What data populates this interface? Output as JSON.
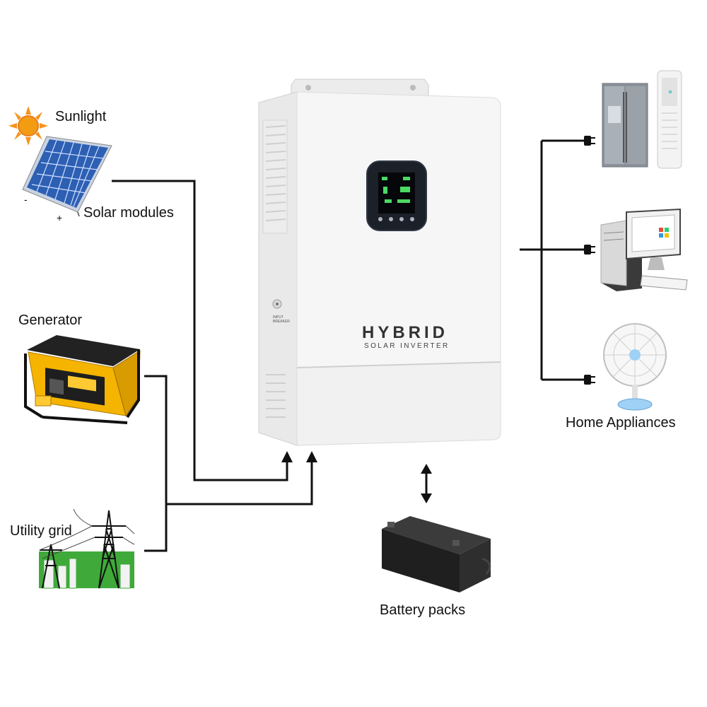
{
  "labels": {
    "sunlight": "Sunlight",
    "solar_modules": "Solar modules",
    "generator": "Generator",
    "utility_grid": "Utility grid",
    "home_appliances": "Home Appliances",
    "battery_packs": "Battery packs",
    "minus": "-",
    "plus": "+"
  },
  "inverter": {
    "title": "HYBRID",
    "subtitle": "SOLAR INVERTER",
    "breaker_label": "INPUT BREAKER"
  },
  "icons": [
    "sun-icon",
    "solar-panel-icon",
    "generator-icon",
    "power-tower-icon",
    "refrigerator-icon",
    "air-conditioner-icon",
    "computer-icon",
    "fan-icon",
    "battery-icon",
    "plug-icon"
  ],
  "colors": {
    "wire": "#111111",
    "sun": "#f7941d",
    "panel": "#2d5fb3",
    "generator": "#f4b400",
    "grass": "#3faa3a",
    "battery": "#2a2a2a",
    "inverter_body": "#f4f4f4"
  }
}
